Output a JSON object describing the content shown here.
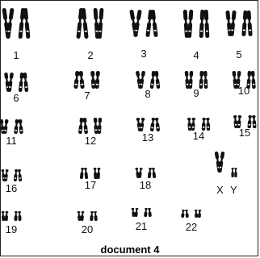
{
  "karyotype": {
    "caption": "document 4",
    "ink": "#111111",
    "pairs": [
      {
        "label": "1",
        "ploidy": 2
      },
      {
        "label": "2",
        "ploidy": 2
      },
      {
        "label": "3",
        "ploidy": 2
      },
      {
        "label": "4",
        "ploidy": 2
      },
      {
        "label": "5",
        "ploidy": 2
      },
      {
        "label": "6",
        "ploidy": 2
      },
      {
        "label": "7",
        "ploidy": 2
      },
      {
        "label": "8",
        "ploidy": 2
      },
      {
        "label": "9",
        "ploidy": 2
      },
      {
        "label": "10",
        "ploidy": 2
      },
      {
        "label": "11",
        "ploidy": 2
      },
      {
        "label": "12",
        "ploidy": 2
      },
      {
        "label": "13",
        "ploidy": 2
      },
      {
        "label": "14",
        "ploidy": 2
      },
      {
        "label": "15",
        "ploidy": 2
      },
      {
        "label": "16",
        "ploidy": 2
      },
      {
        "label": "17",
        "ploidy": 2
      },
      {
        "label": "18",
        "ploidy": 2
      },
      {
        "label": "19",
        "ploidy": 2
      },
      {
        "label": "20",
        "ploidy": 2
      },
      {
        "label": "21",
        "ploidy": 2
      },
      {
        "label": "22",
        "ploidy": 2
      }
    ],
    "sex": {
      "x_label": "X",
      "y_label": "Y"
    }
  }
}
